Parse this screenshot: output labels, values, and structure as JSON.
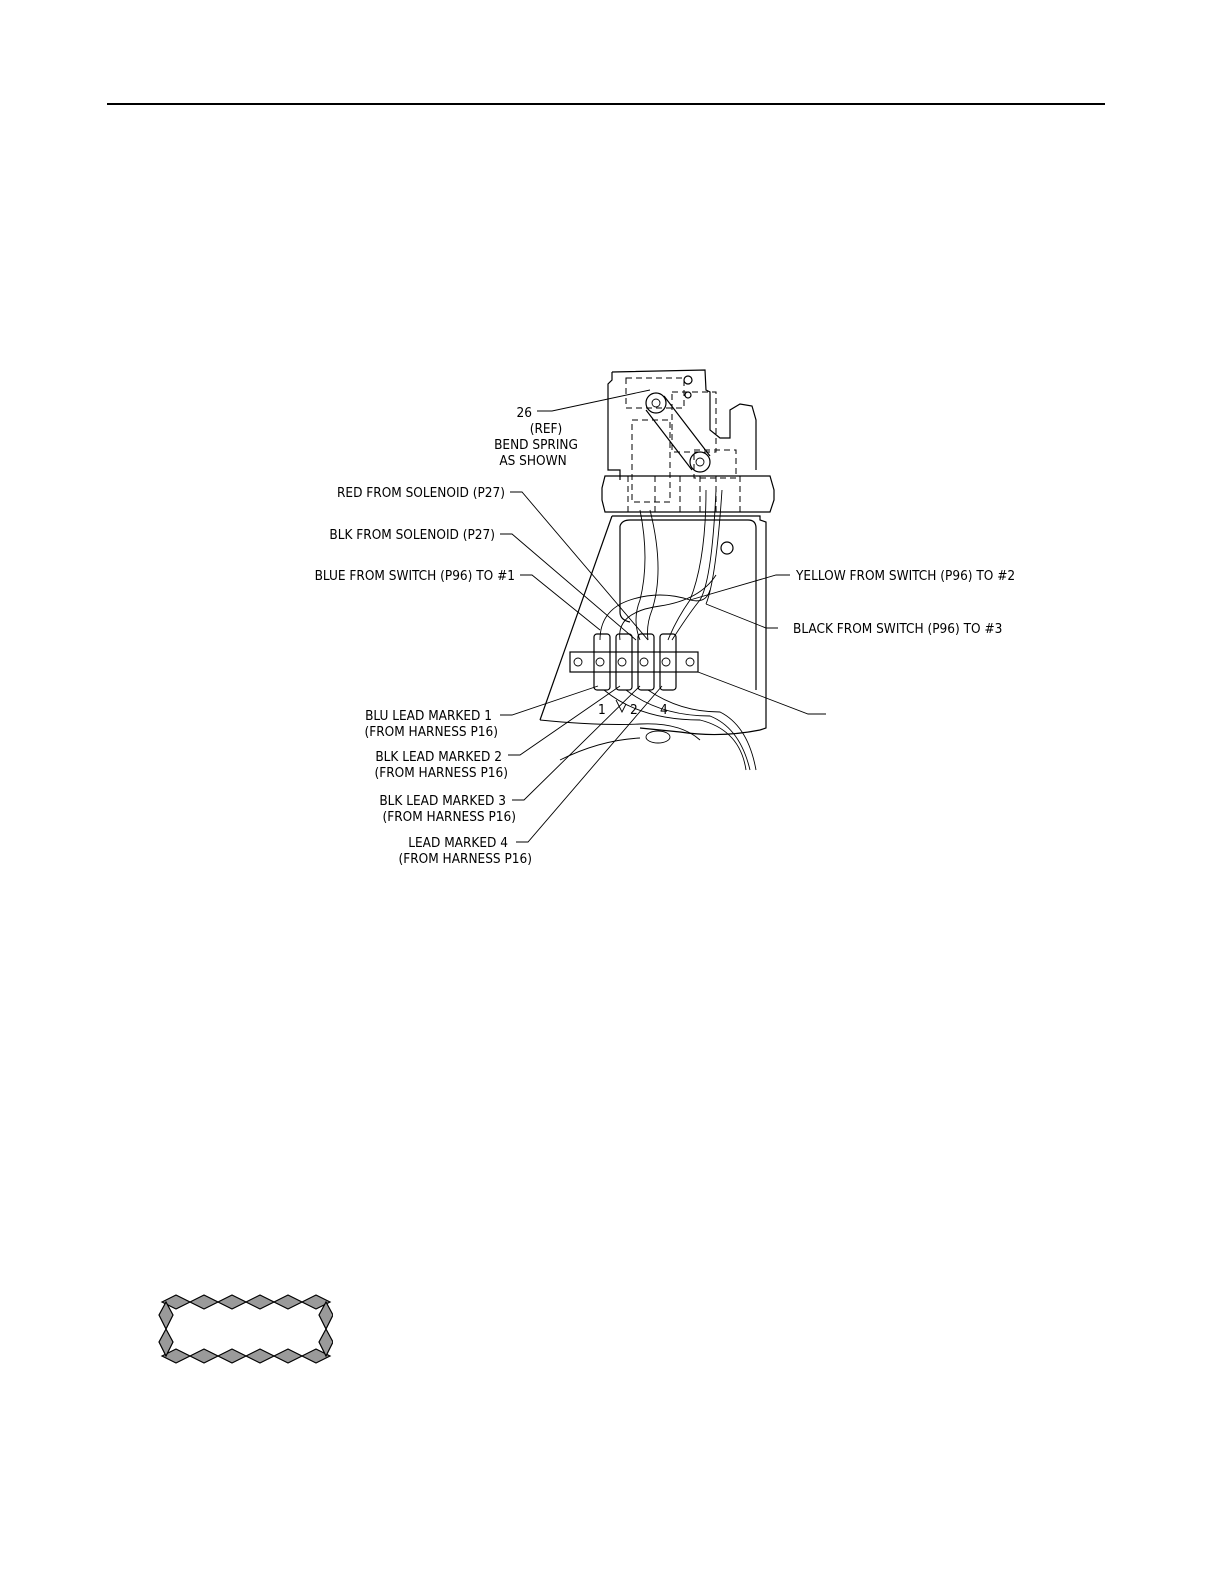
{
  "labels": {
    "ref_num": "26",
    "ref": "(REF)",
    "bend1": "BEND SPRING",
    "bend2": "AS SHOWN",
    "red_sol": "RED FROM SOLENOID (P27)",
    "blk_sol": "BLK FROM SOLENOID (P27)",
    "blue_sw": "BLUE FROM SWITCH (P96) TO #1",
    "yellow_sw": "YELLOW FROM SWITCH (P96) TO #2",
    "black_sw": "BLACK FROM SWITCH (P96) TO #3",
    "blu_lead1": "BLU LEAD MARKED 1",
    "blu_lead1b": "(FROM HARNESS P16)",
    "blk_lead2": "BLK LEAD MARKED 2",
    "blk_lead2b": "(FROM HARNESS P16)",
    "blk_lead3": "BLK LEAD MARKED 3",
    "blk_lead3b": "(FROM HARNESS P16)",
    "lead4": "LEAD MARKED 4",
    "lead4b": "(FROM HARNESS P16)",
    "terminal_marks": [
      "1",
      "2",
      "4"
    ]
  },
  "colors": {
    "line": "#000000",
    "badge_fill": "#9a9a9a"
  }
}
